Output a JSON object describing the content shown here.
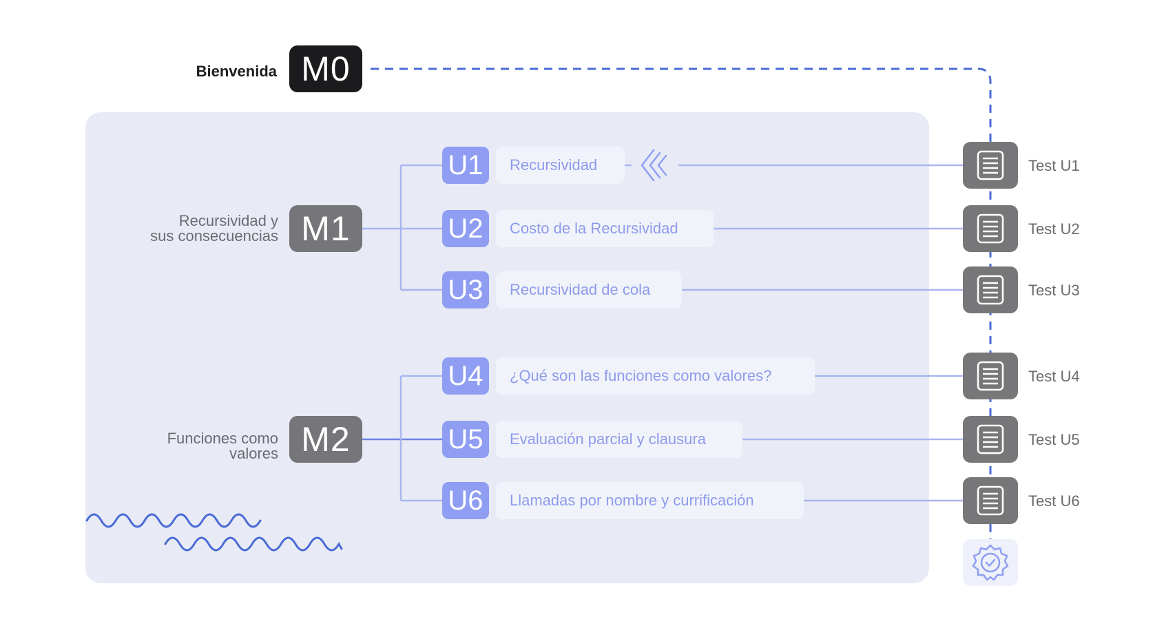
{
  "m0": {
    "label": "Bienvenida",
    "code": "M0"
  },
  "modules": [
    {
      "code": "M1",
      "label_lines": [
        "Recursividad y",
        "sus consecuencias"
      ],
      "units": [
        {
          "code": "U1",
          "title": "Recursividad",
          "test": "Test U1"
        },
        {
          "code": "U2",
          "title": "Costo de la Recursividad",
          "test": "Test U2"
        },
        {
          "code": "U3",
          "title": "Recursividad de cola",
          "test": "Test U3"
        }
      ]
    },
    {
      "code": "M2",
      "label_lines": [
        "Funciones como",
        "valores"
      ],
      "units": [
        {
          "code": "U4",
          "title": "¿Qué son las funciones como valores?",
          "test": "Test U4"
        },
        {
          "code": "U5",
          "title": "Evaluación parcial y clausura",
          "test": "Test U5"
        },
        {
          "code": "U6",
          "title": "Llamadas por nombre y currificación",
          "test": "Test U6"
        }
      ]
    }
  ],
  "icons": {
    "test": "list-document-icon",
    "arrow": "chevron-left-triple-icon",
    "certificate": "certificate-badge-icon",
    "wave": "wave-decoration"
  },
  "colors": {
    "panel": "#e8ebf6",
    "unit": "#8f9ef2",
    "unit_text": "#8e9bea",
    "line": "#a9b5ef",
    "dashed": "#4a6ad6",
    "module_dark": "#1b1b1d",
    "module_grey": "#76767a",
    "test_box": "#777779"
  }
}
